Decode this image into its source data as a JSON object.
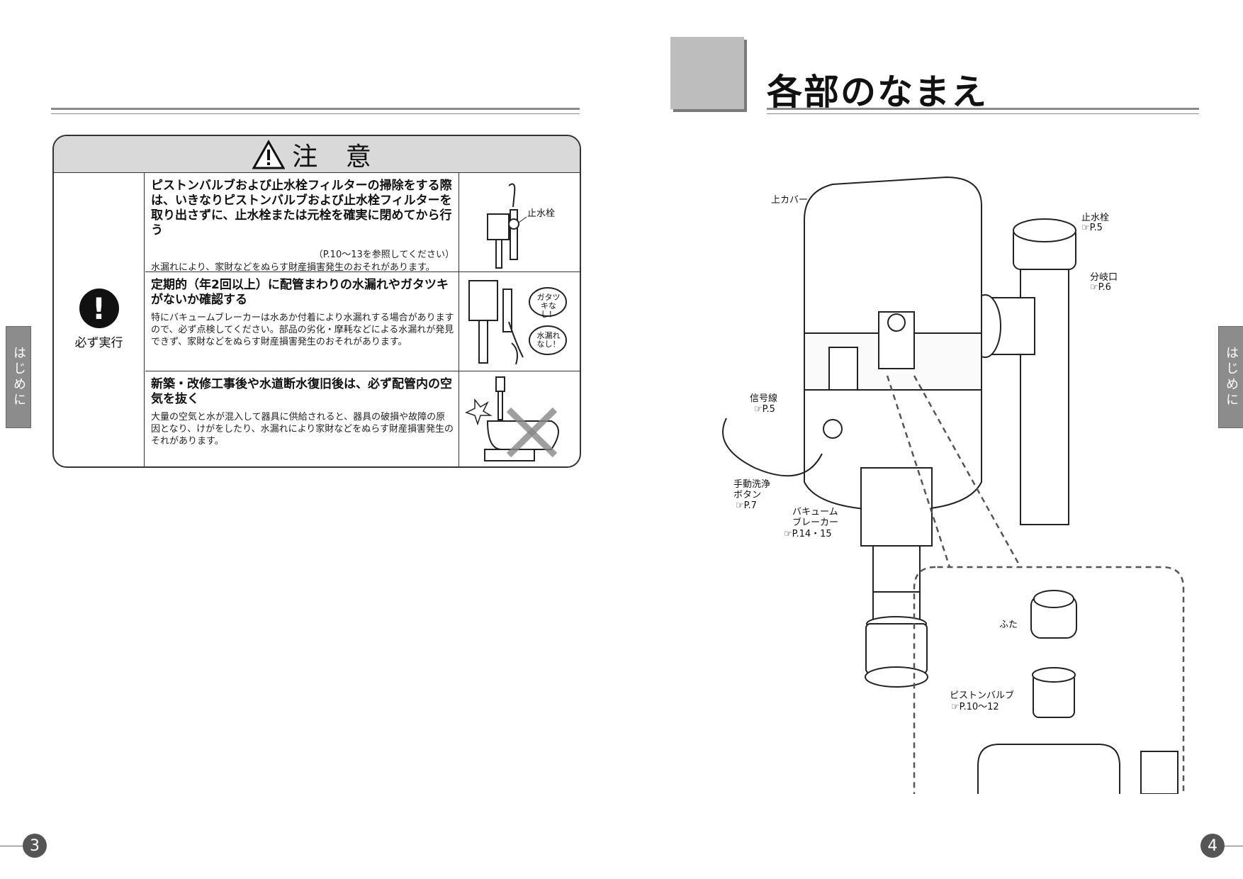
{
  "side_tab_text": "はじめに",
  "caution": {
    "title": "注 意",
    "mandatory_label": "必ず実行",
    "rows": [
      {
        "heading": "ピストンバルブおよび止水栓フィルターの掃除をする際は、いきなりピストンバルブおよび止水栓フィルターを取り出さずに、止水栓または元栓を確実に閉めてから行う",
        "reference": "（P.10～13を参照してください）",
        "body": "水漏れにより、家財などをぬらす財産損害発生のおそれがあります。",
        "image_label": "止水栓"
      },
      {
        "heading": "定期的（年2回以上）に配管まわりの水漏れやガタツキがないか確認する",
        "body": "特にバキュームブレーカーは水あか付着により水漏れする場合がありますので、必ず点検してください。部品の劣化・摩耗などによる水漏れが発見できず、家財などをぬらす財産損害発生のおそれがあります。",
        "bubble1": "ガタツキなし！",
        "bubble2": "水漏れなし！"
      },
      {
        "heading": "新築・改修工事後や水道断水復旧後は、必ず配管内の空気を抜く",
        "body": "大量の空気と水が混入して器具に供給されると、器具の破損や故障の原因となり、けがをしたり、水漏れにより家財などをぬらす財産損害発生のそれがあります。"
      }
    ]
  },
  "right_page": {
    "title": "各部のなまえ",
    "labels": {
      "top_cover": "上カバー",
      "stop_valve": "止水栓",
      "stop_valve_ref": "☞P.5",
      "branch_port": "分岐口",
      "branch_port_ref": "☞P.6",
      "signal_wire": "信号線",
      "signal_wire_ref": "☞P.5",
      "manual_button_1": "手動洗浄",
      "manual_button_2": "ボタン",
      "manual_button_ref": "☞P.7",
      "vacuum_breaker_1": "バキューム",
      "vacuum_breaker_2": "ブレーカー",
      "vacuum_breaker_ref": "☞P.14・15",
      "lid": "ふた",
      "piston_valve": "ピストンバルブ",
      "piston_valve_ref": "☞P.10～12"
    }
  },
  "page_numbers": {
    "left": "3",
    "right": "4"
  }
}
